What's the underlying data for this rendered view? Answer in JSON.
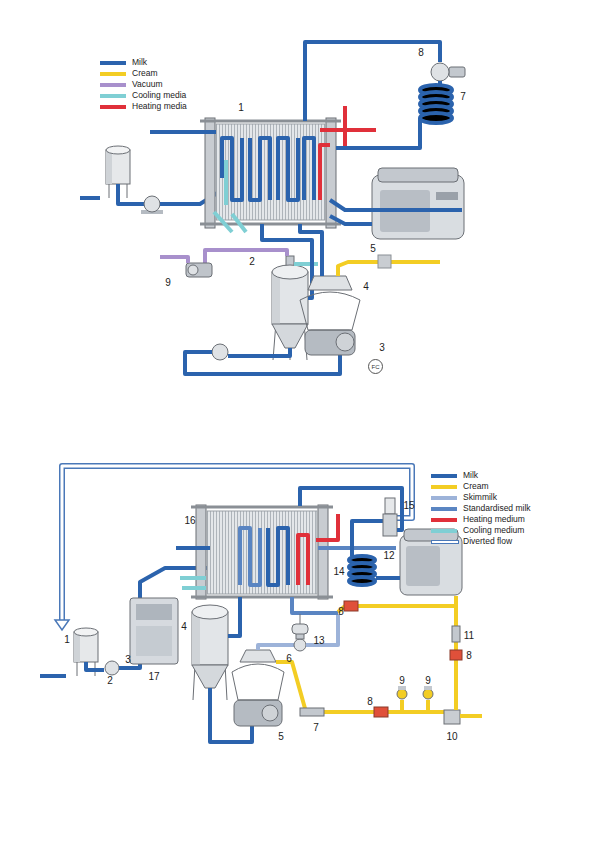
{
  "diagram": {
    "nodes": [
      {
        "text": [
          "FC"
        ]
      }
    ],
    "labels": [
      "8",
      "1",
      "7",
      "5",
      "4",
      "2",
      "9",
      "3",
      "15",
      "16",
      "12",
      "14",
      "8",
      "4",
      "11",
      "1",
      "13",
      "8",
      "3",
      "6",
      "2",
      "17",
      "9",
      "9",
      "8",
      "5",
      "7",
      "10"
    ],
    "legend": [
      {
        "text": "Milk",
        "color": "#2b63ad"
      },
      {
        "text": "Cream",
        "color": "#f3cd24"
      },
      {
        "text": "Vacuum",
        "color": "#a890cc"
      },
      {
        "text": "Cooling media",
        "color": "#7fcfd4"
      },
      {
        "text": "Heating media",
        "color": "#e0303a"
      },
      {
        "text": "Milk",
        "color": "#2b63ad"
      },
      {
        "text": "Cream",
        "color": "#f3cd24"
      },
      {
        "text": "Skimmilk",
        "color": "#9db3d9"
      },
      {
        "text": "Standardised milk",
        "color": "#5a85c2"
      },
      {
        "text": "Heating medium",
        "color": "#e0303a"
      },
      {
        "text": "Cooling medium",
        "color": "#7fcfd4"
      },
      {
        "text": "Diverted flow"
      }
    ]
  }
}
